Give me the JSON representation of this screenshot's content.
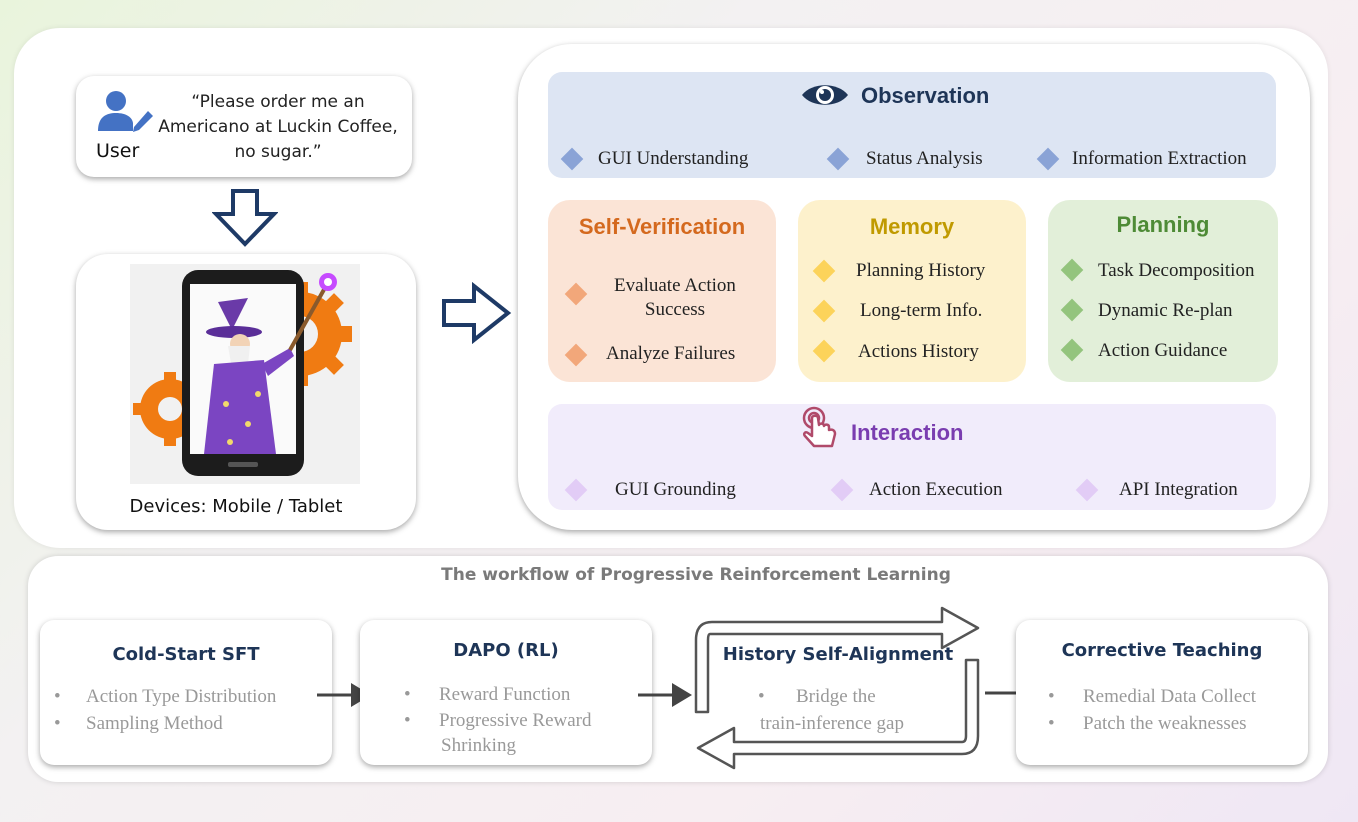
{
  "user": {
    "label": "User",
    "quote_line1": "“Please order me an",
    "quote_line2": "Americano at Luckin Coffee,",
    "quote_line3": "no sugar.”"
  },
  "device": {
    "caption": "Devices: Mobile / Tablet"
  },
  "observation": {
    "title": "Observation",
    "items": [
      "GUI Understanding",
      "Status Analysis",
      "Information Extraction"
    ]
  },
  "self_verification": {
    "title": "Self-Verification",
    "items": [
      "Evaluate Action",
      "Success",
      "Analyze Failures"
    ]
  },
  "memory": {
    "title": "Memory",
    "items": [
      "Planning History",
      "Long-term Info.",
      "Actions History"
    ]
  },
  "planning": {
    "title": "Planning",
    "items": [
      "Task Decomposition",
      "Dynamic Re-plan",
      "Action Guidance"
    ]
  },
  "interaction": {
    "title": "Interaction",
    "items": [
      "GUI Grounding",
      "Action Execution",
      "API Integration"
    ]
  },
  "workflow": {
    "title": "The workflow of Progressive Reinforcement Learning",
    "stages": [
      {
        "title": "Cold-Start SFT",
        "bullets": [
          "Action Type Distribution",
          "Sampling Method"
        ]
      },
      {
        "title": "DAPO (RL)",
        "bullets": [
          "Reward Function",
          "Progressive Reward",
          "Shrinking"
        ]
      },
      {
        "title": "History Self-Alignment",
        "bullets": [
          "Bridge the",
          "train-inference gap"
        ]
      },
      {
        "title": "Corrective Teaching",
        "bullets": [
          "Remedial Data Collect",
          "Patch the weaknesses"
        ]
      }
    ]
  },
  "colors": {
    "navy": "#1e3557",
    "observation_bg": "#dde5f3",
    "self_verification_bg": "#fbe4d6",
    "self_verification_title": "#d4691e",
    "memory_bg": "#fdf1cc",
    "memory_title": "#c09a00",
    "planning_bg": "#e2efd9",
    "planning_title": "#4e8b36",
    "interaction_bg": "#f1ecfb",
    "interaction_title": "#7a3db0"
  },
  "icons": [
    "user-edit-icon",
    "eye-icon",
    "touch-icon",
    "wizard-phone-illustration",
    "outline-arrow-down-icon",
    "outline-arrow-right-icon",
    "cycle-arrow-icon"
  ]
}
